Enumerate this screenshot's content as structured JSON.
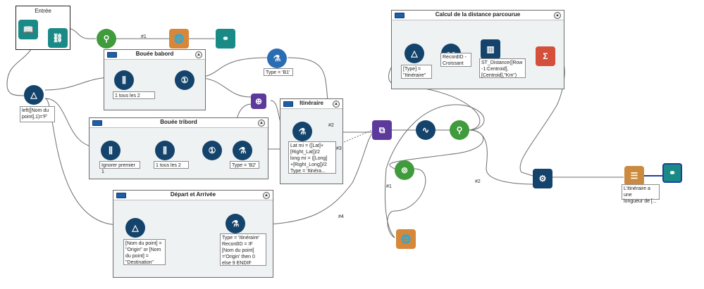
{
  "colors": {
    "navy": "#14436b",
    "teal": "#1a8a86",
    "green": "#3f9b3b",
    "purple": "#5b3a9c",
    "orange": "#d7873a",
    "red": "#d3503b",
    "connector": "#6d6d6d",
    "container_fill": "#eef2f3"
  },
  "containers": {
    "entree": {
      "title": "Entrée"
    },
    "bouee_babord": {
      "title": "Bouée babord"
    },
    "bouee_tribord": {
      "title": "Bouée tribord"
    },
    "depart_arrivee": {
      "title": "Départ et Arrivée"
    },
    "itineraire": {
      "title": "Itinéraire"
    },
    "calcul_distance": {
      "title": "Calcul de la distance parcourue"
    }
  },
  "annotations": {
    "filter_main": "left([Nom du point],1)='F'",
    "sample_babord": "1 tous les 2",
    "formula_b1": "Type = 'B1'",
    "sample_tribord_1": "Ignorer premier 1",
    "sample_tribord_2": "1 tous les 2",
    "formula_b2": "Type = 'B2'",
    "filter_depart": "[Nom du point] =\n\"Origin\" or [Nom\ndu point] =\n\"Destination\"",
    "formula_depart": "Type = 'Itinéraire'\nRecordID = IF\n[Nom du point]\n='Origin' then 0\nelse 9 ENDIF",
    "formula_itineraire": "Lat mi = ([Lat]+\n[Right_Lat])/2\nlong mi = ([Long]\n+[Right_Long])/2\nType = 'Itinéra...",
    "filter_calcul": "[Type] =\n\"Itinéraire\"",
    "sort_calcul": "RecordID -\nCroissant",
    "formula_calcul": "ST_Distance([Row\n-1:Centroid],\n[Centroid],\"Km\")",
    "report_text": "L'itinéraire a une\nlongueur de [..."
  },
  "connection_labels": {
    "c1": "#1",
    "c2": "#2",
    "c3": "#3",
    "c4": "#4",
    "c5": "#1",
    "c6": "#2"
  },
  "icons": [
    "book-input-icon",
    "binoculars-browse-icon",
    "map-pin-create-points-icon",
    "globe-map-icon",
    "filter-triangle-icon",
    "sample-columns-icon",
    "record-id-icon",
    "formula-flask-icon",
    "union-icon",
    "append-fields-icon",
    "dna-multi-row-icon",
    "spatial-process-icon",
    "select-icon",
    "summarize-sigma-icon",
    "sort-icon",
    "gear-tools-icon",
    "report-text-icon"
  ]
}
